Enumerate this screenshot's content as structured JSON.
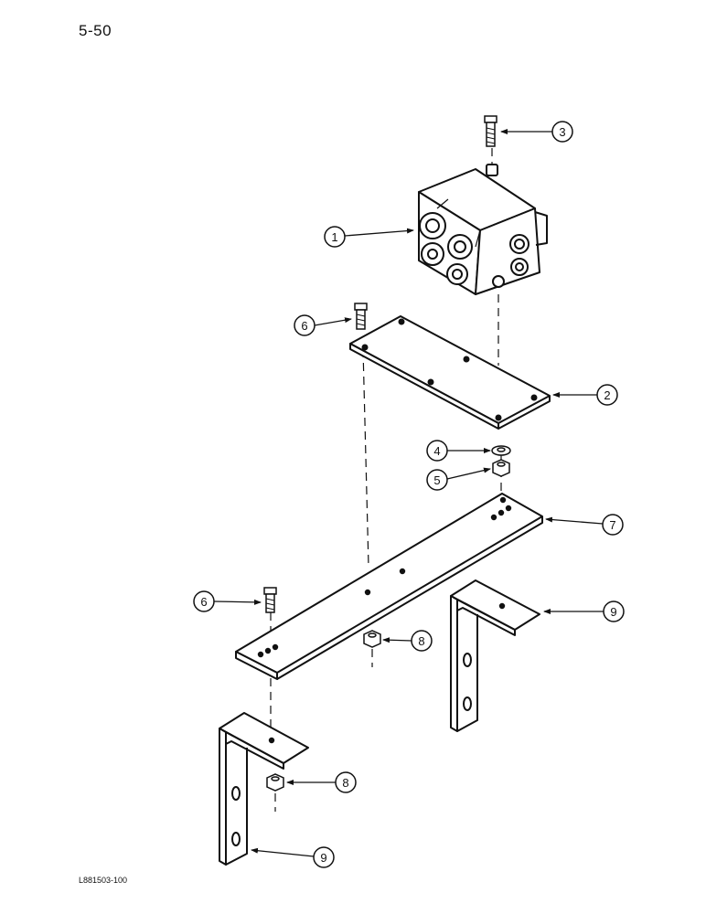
{
  "page": {
    "number": "5-50",
    "figure_code": "L881503-100"
  },
  "callouts": [
    {
      "id": "c3",
      "label": "3"
    },
    {
      "id": "c1",
      "label": "1"
    },
    {
      "id": "c6a",
      "label": "6"
    },
    {
      "id": "c2",
      "label": "2"
    },
    {
      "id": "c4",
      "label": "4"
    },
    {
      "id": "c5",
      "label": "5"
    },
    {
      "id": "c7",
      "label": "7"
    },
    {
      "id": "c6b",
      "label": "6"
    },
    {
      "id": "c9a",
      "label": "9"
    },
    {
      "id": "c8a",
      "label": "8"
    },
    {
      "id": "c8b",
      "label": "8"
    },
    {
      "id": "c9b",
      "label": "9"
    }
  ]
}
